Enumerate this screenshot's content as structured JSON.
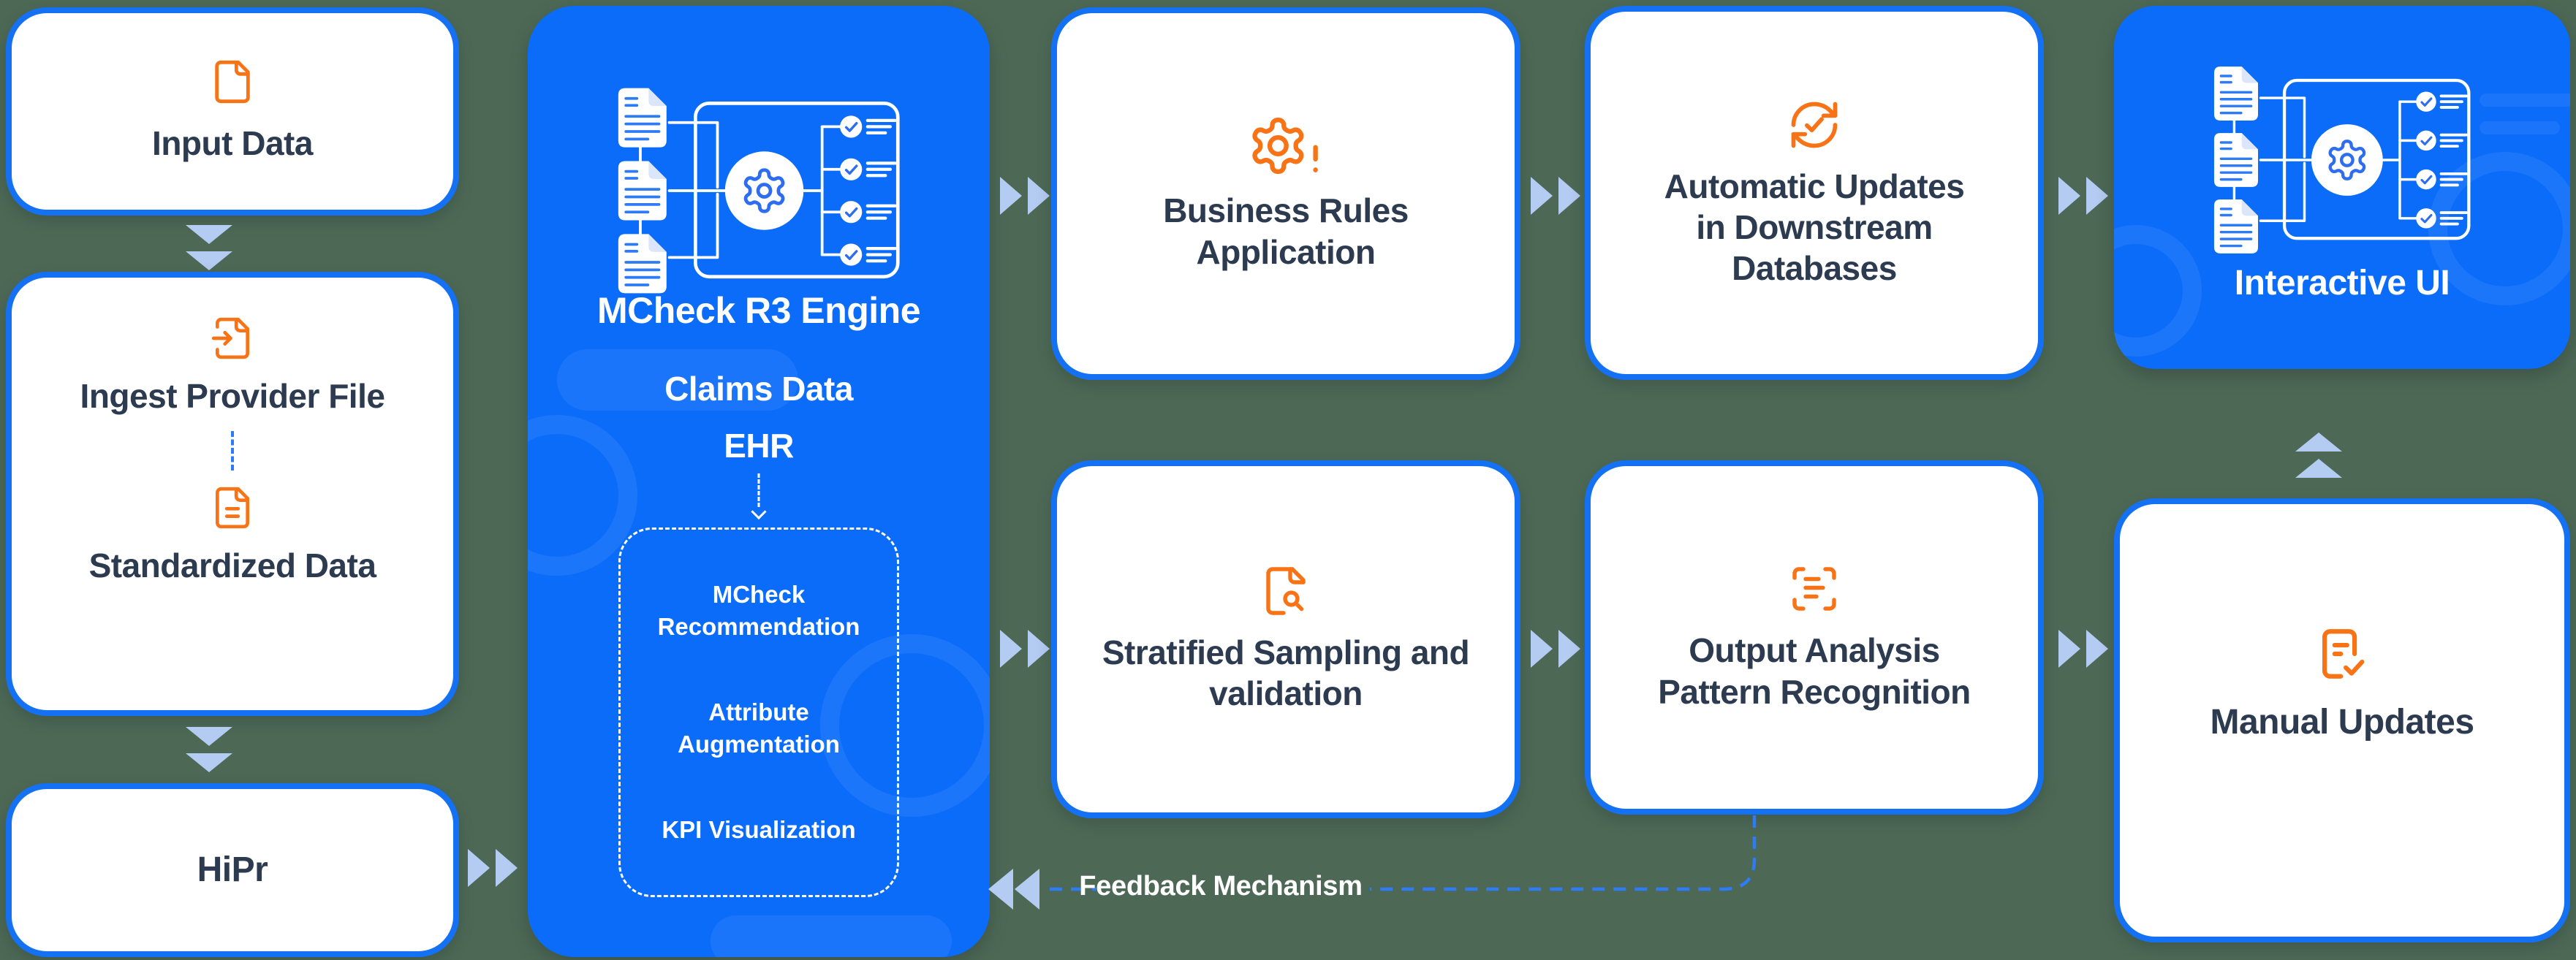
{
  "diagram_title": "MCheck R3 Engine data pipeline flow diagram",
  "colors": {
    "background": "#4d6956",
    "node_border": "#1471f3",
    "node_fill": "#ffffff",
    "primary_blue": "#0b6cfa",
    "icon_orange": "#f87316",
    "label_navy": "#2d3b50",
    "arrow_light_blue": "#b4cbf2",
    "dashed_line_blue": "#2e7bf6",
    "dashed_line_white": "#ffffff"
  },
  "icons": {
    "input_data": "file-icon",
    "ingest_provider": "file-import-icon",
    "standardized_data": "file-text-icon",
    "engine_illustration": "documents-gear-checklist-illustration",
    "business_rules": "gear-alert-icon",
    "stratified_sampling": "file-search-icon",
    "automatic_updates": "sync-check-icon",
    "output_analysis": "scan-text-icon",
    "interactive_ui": "documents-gear-checklist-illustration",
    "manual_updates": "clipboard-check-icon",
    "forward_connector": "double-chevron-right-icon",
    "down_connector": "double-chevron-down-icon",
    "up_connector": "double-chevron-up-icon",
    "feedback_connector": "double-chevron-left-icon"
  },
  "nodes": {
    "input_data": {
      "label": "Input Data"
    },
    "ingest_provider": {
      "label": "Ingest Provider File"
    },
    "standardized_data": {
      "label": "Standardized Data"
    },
    "hipr": {
      "label": "HiPr"
    },
    "engine": {
      "title": "MCheck R3 Engine",
      "claims": "Claims Data",
      "ehr": "EHR",
      "modules": [
        "MCheck Recommendation",
        "Attribute Augmentation",
        "KPI Visualization"
      ]
    },
    "business_rules": {
      "label": "Business Rules Application"
    },
    "stratified_sampling": {
      "label": "Stratified Sampling and validation"
    },
    "automatic_updates": {
      "label": "Automatic Updates in Downstream Databases"
    },
    "output_analysis": {
      "label": "Output Analysis Pattern Recognition"
    },
    "interactive_ui": {
      "label": "Interactive UI"
    },
    "manual_updates": {
      "label": "Manual Updates"
    },
    "feedback": {
      "label": "Feedback Mechanism"
    }
  }
}
